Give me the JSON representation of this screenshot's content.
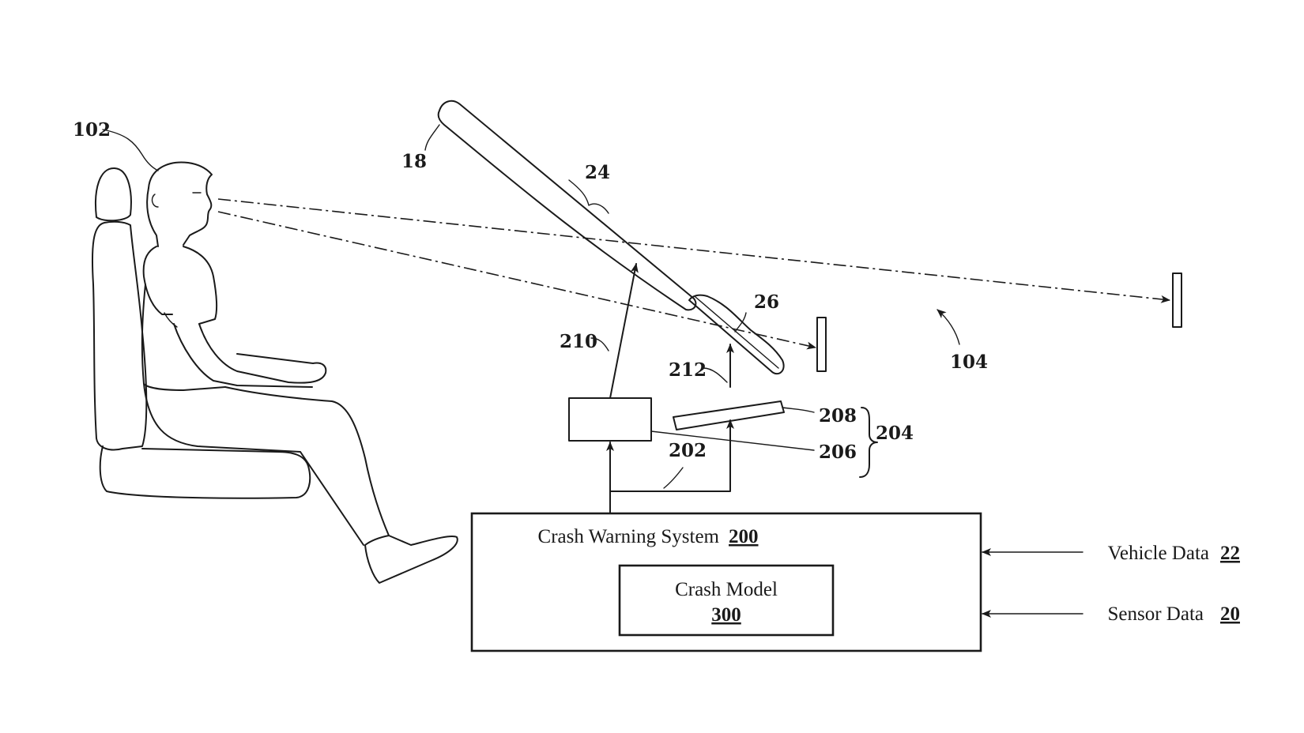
{
  "labels": {
    "ref_102": "102",
    "ref_18": "18",
    "ref_24": "24",
    "ref_26": "26",
    "ref_210": "210",
    "ref_212": "212",
    "ref_208": "208",
    "ref_206": "206",
    "ref_204": "204",
    "ref_202": "202",
    "ref_104": "104"
  },
  "crash_warning_system": {
    "label": "Crash Warning System",
    "ref": "200"
  },
  "crash_model": {
    "label": "Crash Model",
    "ref": "300"
  },
  "inputs": [
    {
      "label": "Vehicle Data",
      "ref": "22"
    },
    {
      "label": "Sensor Data",
      "ref": "20"
    }
  ]
}
